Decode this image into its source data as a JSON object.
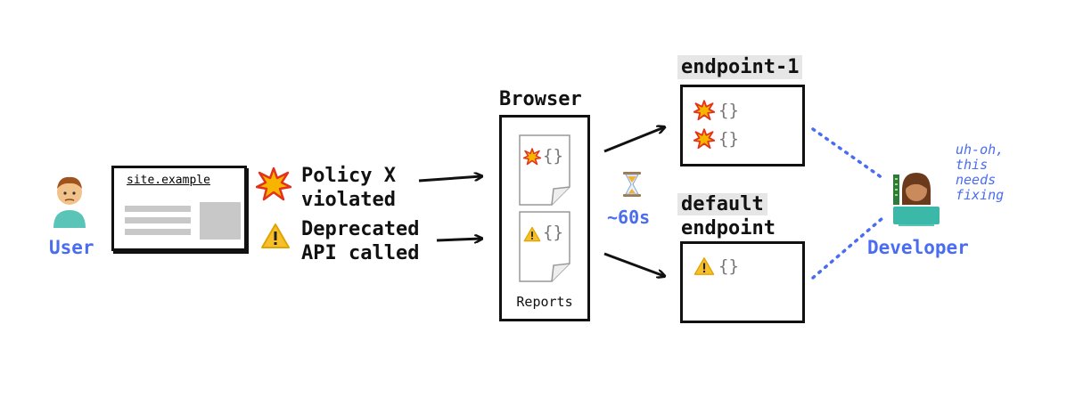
{
  "user": {
    "label": "User"
  },
  "site": {
    "url": "site.example"
  },
  "events": [
    {
      "icon": "explosion-icon",
      "line1": "Policy X",
      "line2": "violated"
    },
    {
      "icon": "warning-icon",
      "line1": "Deprecated",
      "line2": "API called"
    }
  ],
  "browser": {
    "title": "Browser",
    "reports_label": "Reports",
    "report_braces": "{}"
  },
  "delay": {
    "label": "~60s"
  },
  "endpoints": [
    {
      "title": "endpoint-1",
      "entries": [
        "{}",
        "{}"
      ]
    },
    {
      "title_line1": "default",
      "title_line2": "endpoint",
      "entries": [
        "{}"
      ]
    }
  ],
  "developer": {
    "label": "Developer",
    "comment": [
      "uh-oh,",
      "this",
      "needs",
      "fixing"
    ]
  },
  "colors": {
    "accent": "#4a6cf0",
    "ink": "#111111",
    "tag_bg": "#e6e6e6"
  }
}
